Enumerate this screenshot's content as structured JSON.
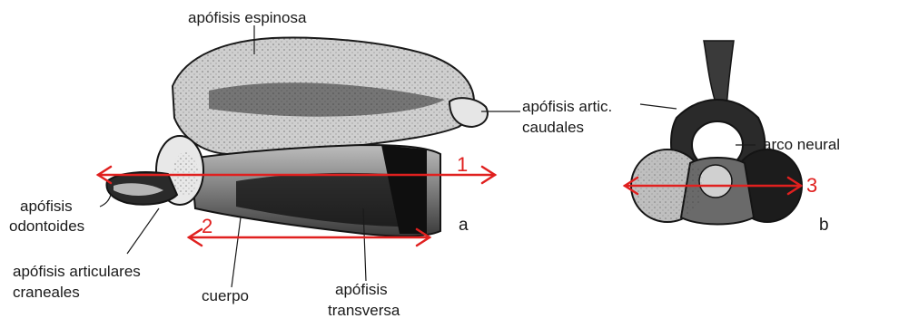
{
  "labels": {
    "apofisis_espinosa": "apófisis espinosa",
    "apofisis_artic_line1": "apófisis artic.",
    "apofisis_artic_line2": "caudales",
    "arco_neural": "arco neural",
    "odontoides_line1": "apófisis",
    "odontoides_line2": "odontoides",
    "articulares_line1": "apófisis articulares",
    "articulares_line2": "craneales",
    "cuerpo": "cuerpo",
    "transversa_line1": "apófisis",
    "transversa_line2": "transversa"
  },
  "measures": [
    "1",
    "2",
    "3"
  ],
  "panels": {
    "lateral": "a",
    "cranial": "b"
  },
  "colors": {
    "arrow": "#e0201f",
    "bone_dark": "#141414",
    "bone_light": "#e4e4e4",
    "text": "#1a1a1a"
  }
}
